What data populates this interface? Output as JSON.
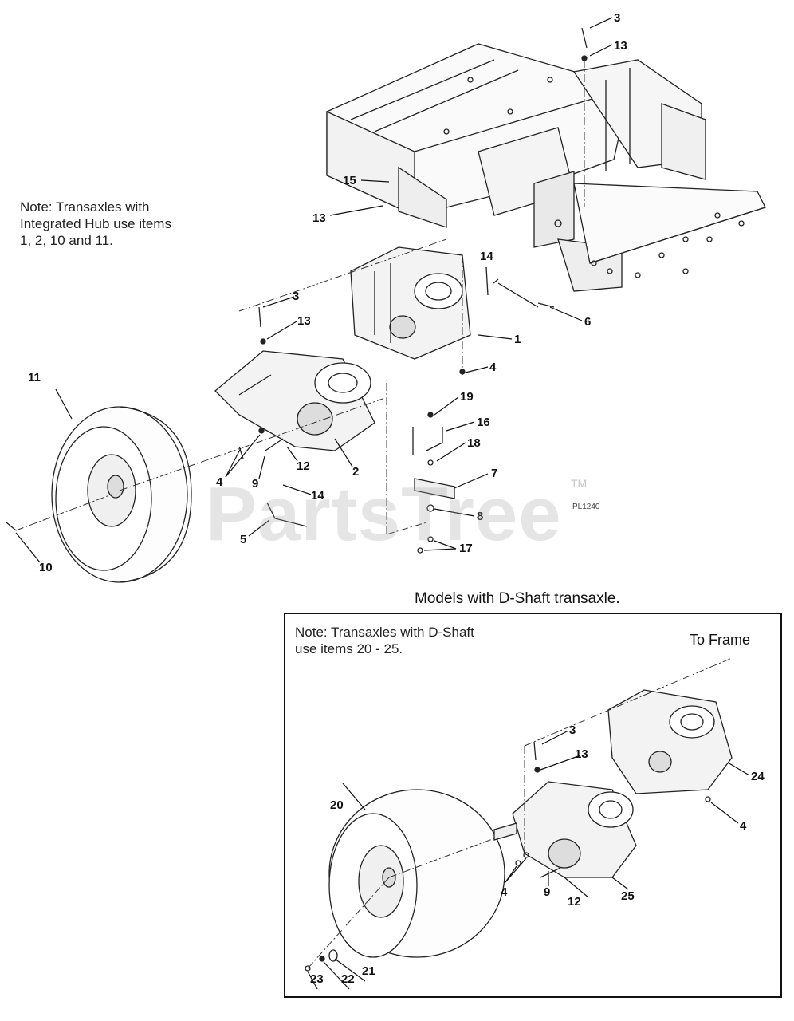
{
  "notes": {
    "hub_note": "Note: Transaxles with\nIntegrated Hub use items\n1, 2, 10 and 11.",
    "dshaft_caption": "Models with D-Shaft transaxle.",
    "dshaft_note": "Note: Transaxles with D-Shaft\nuse items 20 - 25.",
    "to_frame": "To Frame"
  },
  "figure_code": "PL1240",
  "watermark": {
    "text": "PartsTree",
    "tm": "TM"
  },
  "main_callouts": [
    "3",
    "13",
    "15",
    "13",
    "14",
    "3",
    "13",
    "6",
    "1",
    "4",
    "11",
    "19",
    "16",
    "18",
    "7",
    "8",
    "17",
    "4",
    "9",
    "12",
    "2",
    "14",
    "5",
    "10"
  ],
  "inset_callouts": [
    "3",
    "13",
    "24",
    "4",
    "20",
    "4",
    "9",
    "12",
    "25",
    "23",
    "22",
    "21"
  ]
}
